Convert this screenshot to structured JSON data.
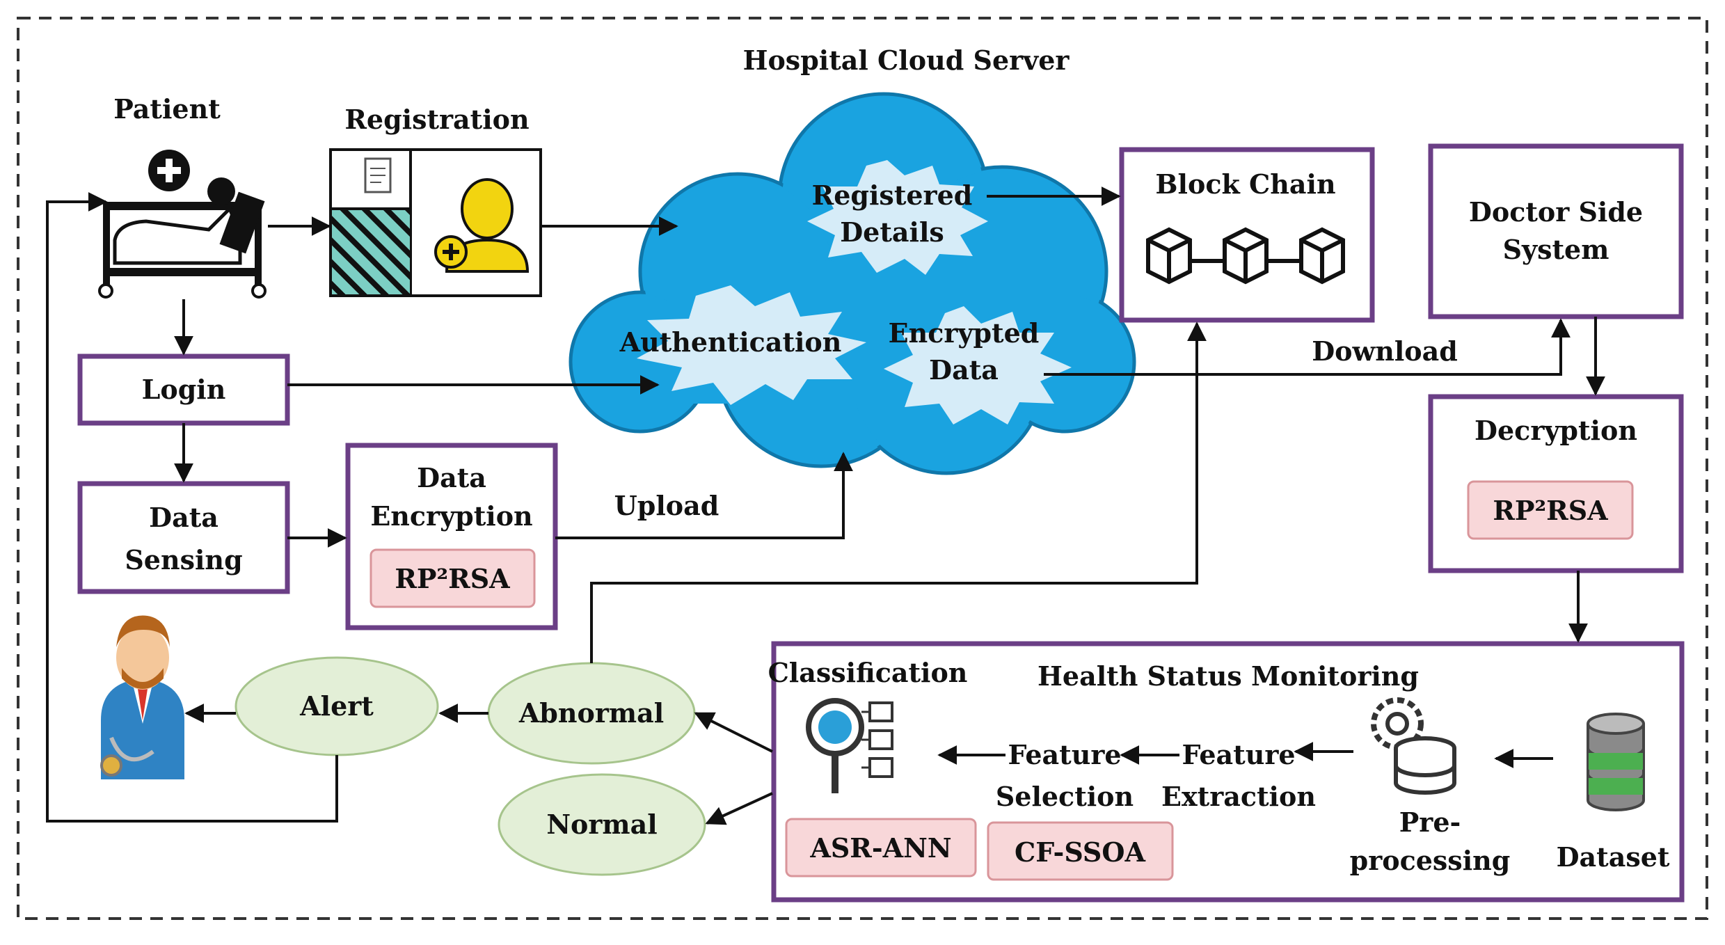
{
  "title": "Hospital Cloud Server",
  "patient": {
    "label": "Patient"
  },
  "registration": {
    "label": "Registration"
  },
  "cloud": {
    "registered_details": [
      "Registered",
      "Details"
    ],
    "authentication": "Authentication",
    "encrypted_data": [
      "Encrypted",
      "Data"
    ]
  },
  "block_chain": {
    "label": "Block Chain"
  },
  "doctor_side": {
    "label": [
      "Doctor Side",
      "System"
    ]
  },
  "login": {
    "label": "Login"
  },
  "data_sensing": {
    "label": [
      "Data",
      "Sensing"
    ]
  },
  "data_encryption": {
    "label": [
      "Data",
      "Encryption"
    ],
    "algo": "RP²RSA"
  },
  "upload": "Upload",
  "download": "Download",
  "decryption": {
    "label": "Decryption",
    "algo": "RP²RSA"
  },
  "health": {
    "title": "Health Status Monitoring",
    "classification": "Classification",
    "feature_selection": [
      "Feature",
      "Selection"
    ],
    "feature_extraction": [
      "Feature",
      "Extraction"
    ],
    "preprocessing": [
      "Pre-",
      "processing"
    ],
    "dataset": "Dataset",
    "asr_ann": "ASR-ANN",
    "cf_ssoa": "CF-SSOA"
  },
  "outcomes": {
    "alert": "Alert",
    "abnormal": "Abnormal",
    "normal": "Normal"
  },
  "colors": {
    "box_border": "#6b3f86",
    "cloud": "#1aa3e0",
    "pink": "#f8d7d9",
    "oval": "#e3efd7"
  },
  "icons": [
    "patient-bed-icon",
    "registration-form-icon",
    "user-plus-icon",
    "blockchain-icon",
    "doctor-icon",
    "classification-icon",
    "preprocessing-gear-icon",
    "database-icon"
  ]
}
